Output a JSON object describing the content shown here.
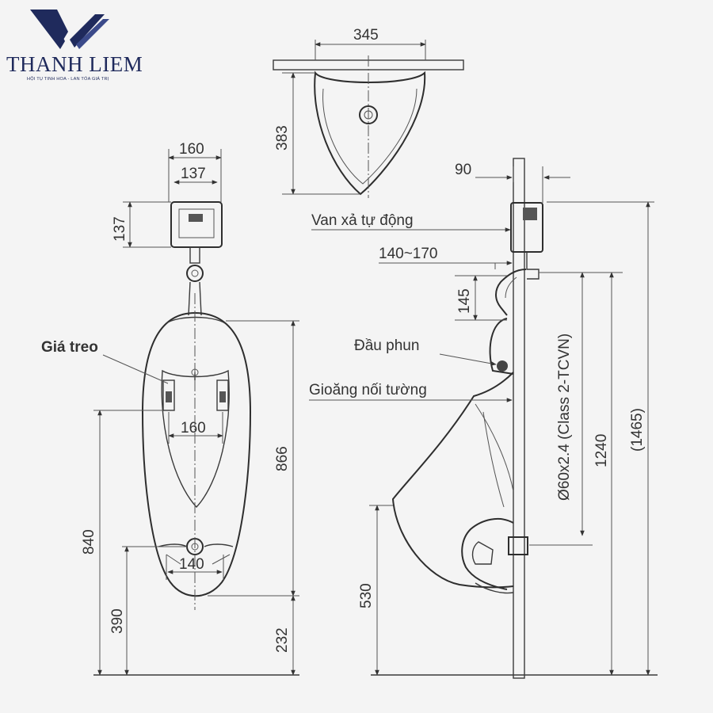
{
  "brand": {
    "name": "THANH LIEM",
    "tagline": "HỘI TỤ TINH HOA - LAN TỎA GIÁ TRỊ",
    "color": "#1f2a5c"
  },
  "top_view": {
    "width": "345",
    "depth": "383"
  },
  "front_view": {
    "valve_width": "160",
    "valve_inner": "137",
    "valve_height": "137",
    "bracket_label": "Giá treo",
    "bracket_spacing": "160",
    "outlet_width": "140",
    "height_866": "866",
    "height_840": "840",
    "height_390": "390",
    "height_232": "232"
  },
  "side_view": {
    "valve_depth": "90",
    "valve_label": "Van xả tự động",
    "pipe_range": "140~170",
    "spacing_145": "145",
    "spray_label": "Đầu phun",
    "gasket_label": "Gioăng nối tường",
    "pipe_spec": "Ø60x2.4 (Class 2-TCVN)",
    "height_1240": "1240",
    "height_1465": "(1465)",
    "height_530": "530"
  }
}
